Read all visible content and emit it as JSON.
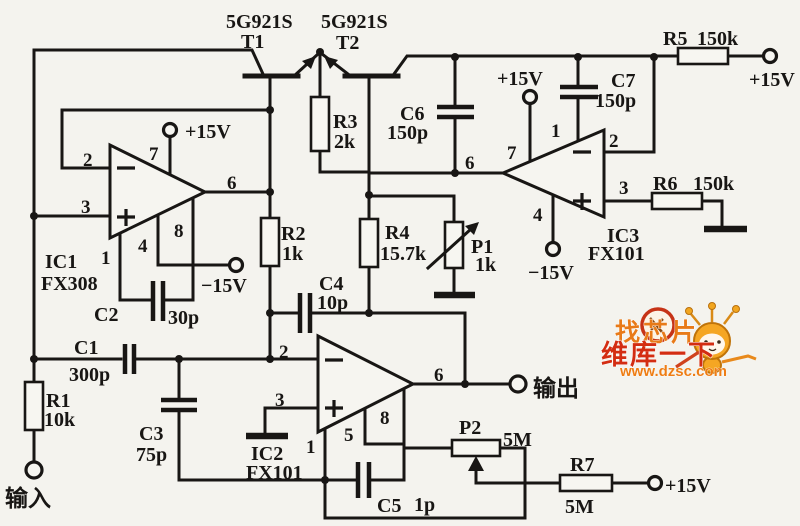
{
  "circuit": {
    "transistors": {
      "t1": {
        "ref": "T1",
        "part": "5G921S"
      },
      "t2": {
        "ref": "T2",
        "part": "5G921S"
      }
    },
    "ics": {
      "ic1": {
        "ref": "IC1",
        "part": "FX308",
        "pins": {
          "n1": "1",
          "n2": "2",
          "n3": "3",
          "n4": "4",
          "n6": "6",
          "n7": "7",
          "n8": "8"
        }
      },
      "ic2": {
        "ref": "IC2",
        "part": "FX101",
        "pins": {
          "n1": "1",
          "n2": "2",
          "n3": "3",
          "n5": "5",
          "n6": "6",
          "n8": "8"
        }
      },
      "ic3": {
        "ref": "IC3",
        "part": "FX101",
        "pins": {
          "n1": "1",
          "n2": "2",
          "n3": "3",
          "n4": "4",
          "n6": "6",
          "n7": "7"
        }
      }
    },
    "resistors": {
      "r1": {
        "ref": "R1",
        "value": "10k"
      },
      "r2": {
        "ref": "R2",
        "value": "1k"
      },
      "r3": {
        "ref": "R3",
        "value": "2k"
      },
      "r4": {
        "ref": "R4",
        "value": "15.7k"
      },
      "r5": {
        "ref": "R5",
        "value": "150k"
      },
      "r6": {
        "ref": "R6",
        "value": "150k"
      },
      "r7": {
        "ref": "R7",
        "value": "5M"
      }
    },
    "potentiometers": {
      "p1": {
        "ref": "P1",
        "value": "1k"
      },
      "p2": {
        "ref": "P2",
        "value": "5M"
      }
    },
    "capacitors": {
      "c1": {
        "ref": "C1",
        "value": "300p"
      },
      "c2": {
        "ref": "C2",
        "value": "30p"
      },
      "c3": {
        "ref": "C3",
        "value": "75p"
      },
      "c4": {
        "ref": "C4",
        "value": "10p"
      },
      "c5": {
        "ref": "C5",
        "value": "1p"
      },
      "c6": {
        "ref": "C6",
        "value": "150p"
      },
      "c7": {
        "ref": "C7",
        "value": "150p"
      }
    },
    "power": {
      "plus": "+15V",
      "minus": "−15V"
    },
    "terminals": {
      "input_label": "输入",
      "output_label": "输出"
    }
  },
  "watermark": {
    "slogan": "找芯片",
    "brand": "维库一下",
    "url": "www.dzsc.com",
    "red": "#d32d12",
    "orange": "#ee7d14"
  }
}
